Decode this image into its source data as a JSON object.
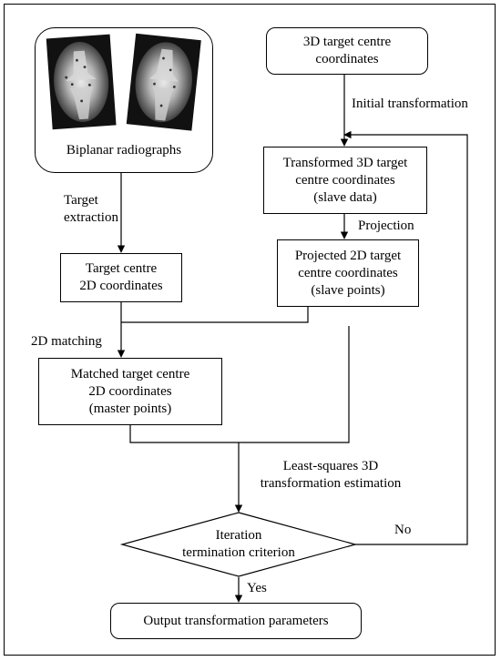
{
  "nodes": {
    "radiographs": {
      "caption": "Biplanar radiographs"
    },
    "target_3d": {
      "lines": [
        "3D target centre",
        "coordinates"
      ]
    },
    "transformed_3d": {
      "lines": [
        "Transformed 3D target",
        "centre coordinates",
        "(slave data)"
      ]
    },
    "target_2d": {
      "lines": [
        "Target centre",
        "2D coordinates"
      ]
    },
    "projected_2d": {
      "lines": [
        "Projected 2D target",
        "centre coordinates",
        "(slave points)"
      ]
    },
    "matched": {
      "lines": [
        "Matched target centre",
        "2D coordinates",
        "(master points)"
      ]
    },
    "iteration": {
      "lines": [
        "Iteration",
        "termination criterion"
      ]
    },
    "output": {
      "lines": [
        "Output transformation parameters"
      ]
    }
  },
  "edge_labels": {
    "target_extraction": [
      "Target",
      "extraction"
    ],
    "initial_transformation": "Initial transformation",
    "projection": "Projection",
    "matching_2d": "2D matching",
    "least_squares": [
      "Least-squares 3D",
      "transformation estimation"
    ],
    "no": "No",
    "yes": "Yes"
  },
  "colors": {
    "line": "#000000",
    "box_fill": "#ffffff"
  }
}
